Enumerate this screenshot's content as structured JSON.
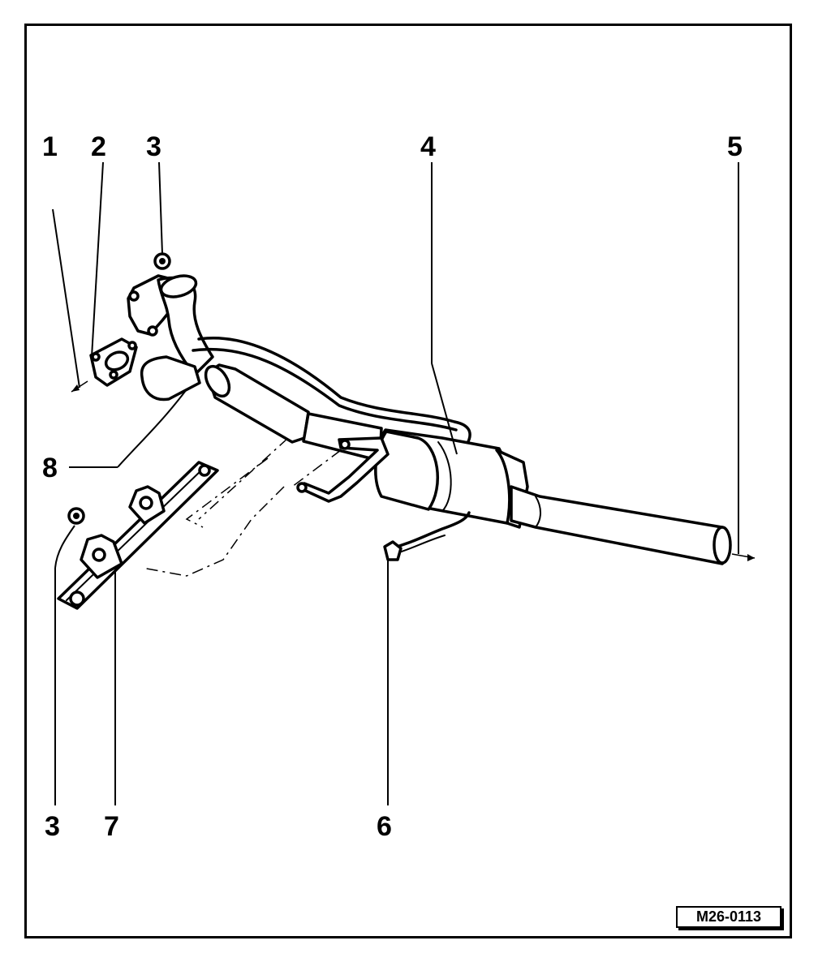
{
  "diagram": {
    "callouts": {
      "c1": "1",
      "c2": "2",
      "c3_top": "3",
      "c4": "4",
      "c5": "5",
      "c3_bottom": "3",
      "c6": "6",
      "c7": "7",
      "c8": "8"
    },
    "reference_code": "M26-0113"
  }
}
